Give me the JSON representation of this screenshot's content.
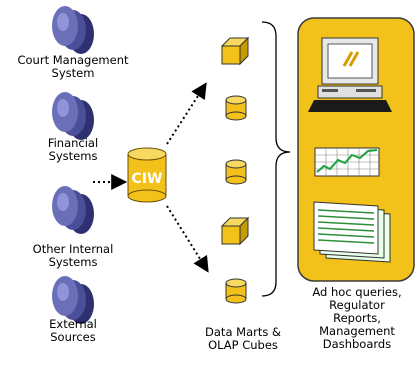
{
  "colors": {
    "source_stack": "#6a6fb8",
    "source_dark": "#2e3170",
    "warehouse": "#f2c21a",
    "warehouse_dark": "#b08600",
    "panel": "#f2c21a",
    "panel_border": "#3a3a3a",
    "mart": "#f2c21a"
  },
  "sources": [
    {
      "lines": [
        "Court Management",
        "System"
      ]
    },
    {
      "lines": [
        "Financial",
        "Systems"
      ]
    },
    {
      "lines": [
        "Other Internal",
        "Systems"
      ]
    },
    {
      "lines": [
        "External",
        "Sources"
      ]
    }
  ],
  "hub": {
    "label": "CIW"
  },
  "marts": {
    "shapes": [
      "cube",
      "cylinder",
      "cylinder",
      "cube",
      "cylinder"
    ],
    "label_lines": [
      "Data Marts &",
      "OLAP Cubes"
    ]
  },
  "outputs": {
    "icons": [
      "computer-icon",
      "chart-icon",
      "report-icon"
    ],
    "label_lines": [
      "Ad hoc queries,",
      "Regulator",
      "Reports,",
      "Management",
      "Dashboards"
    ]
  }
}
